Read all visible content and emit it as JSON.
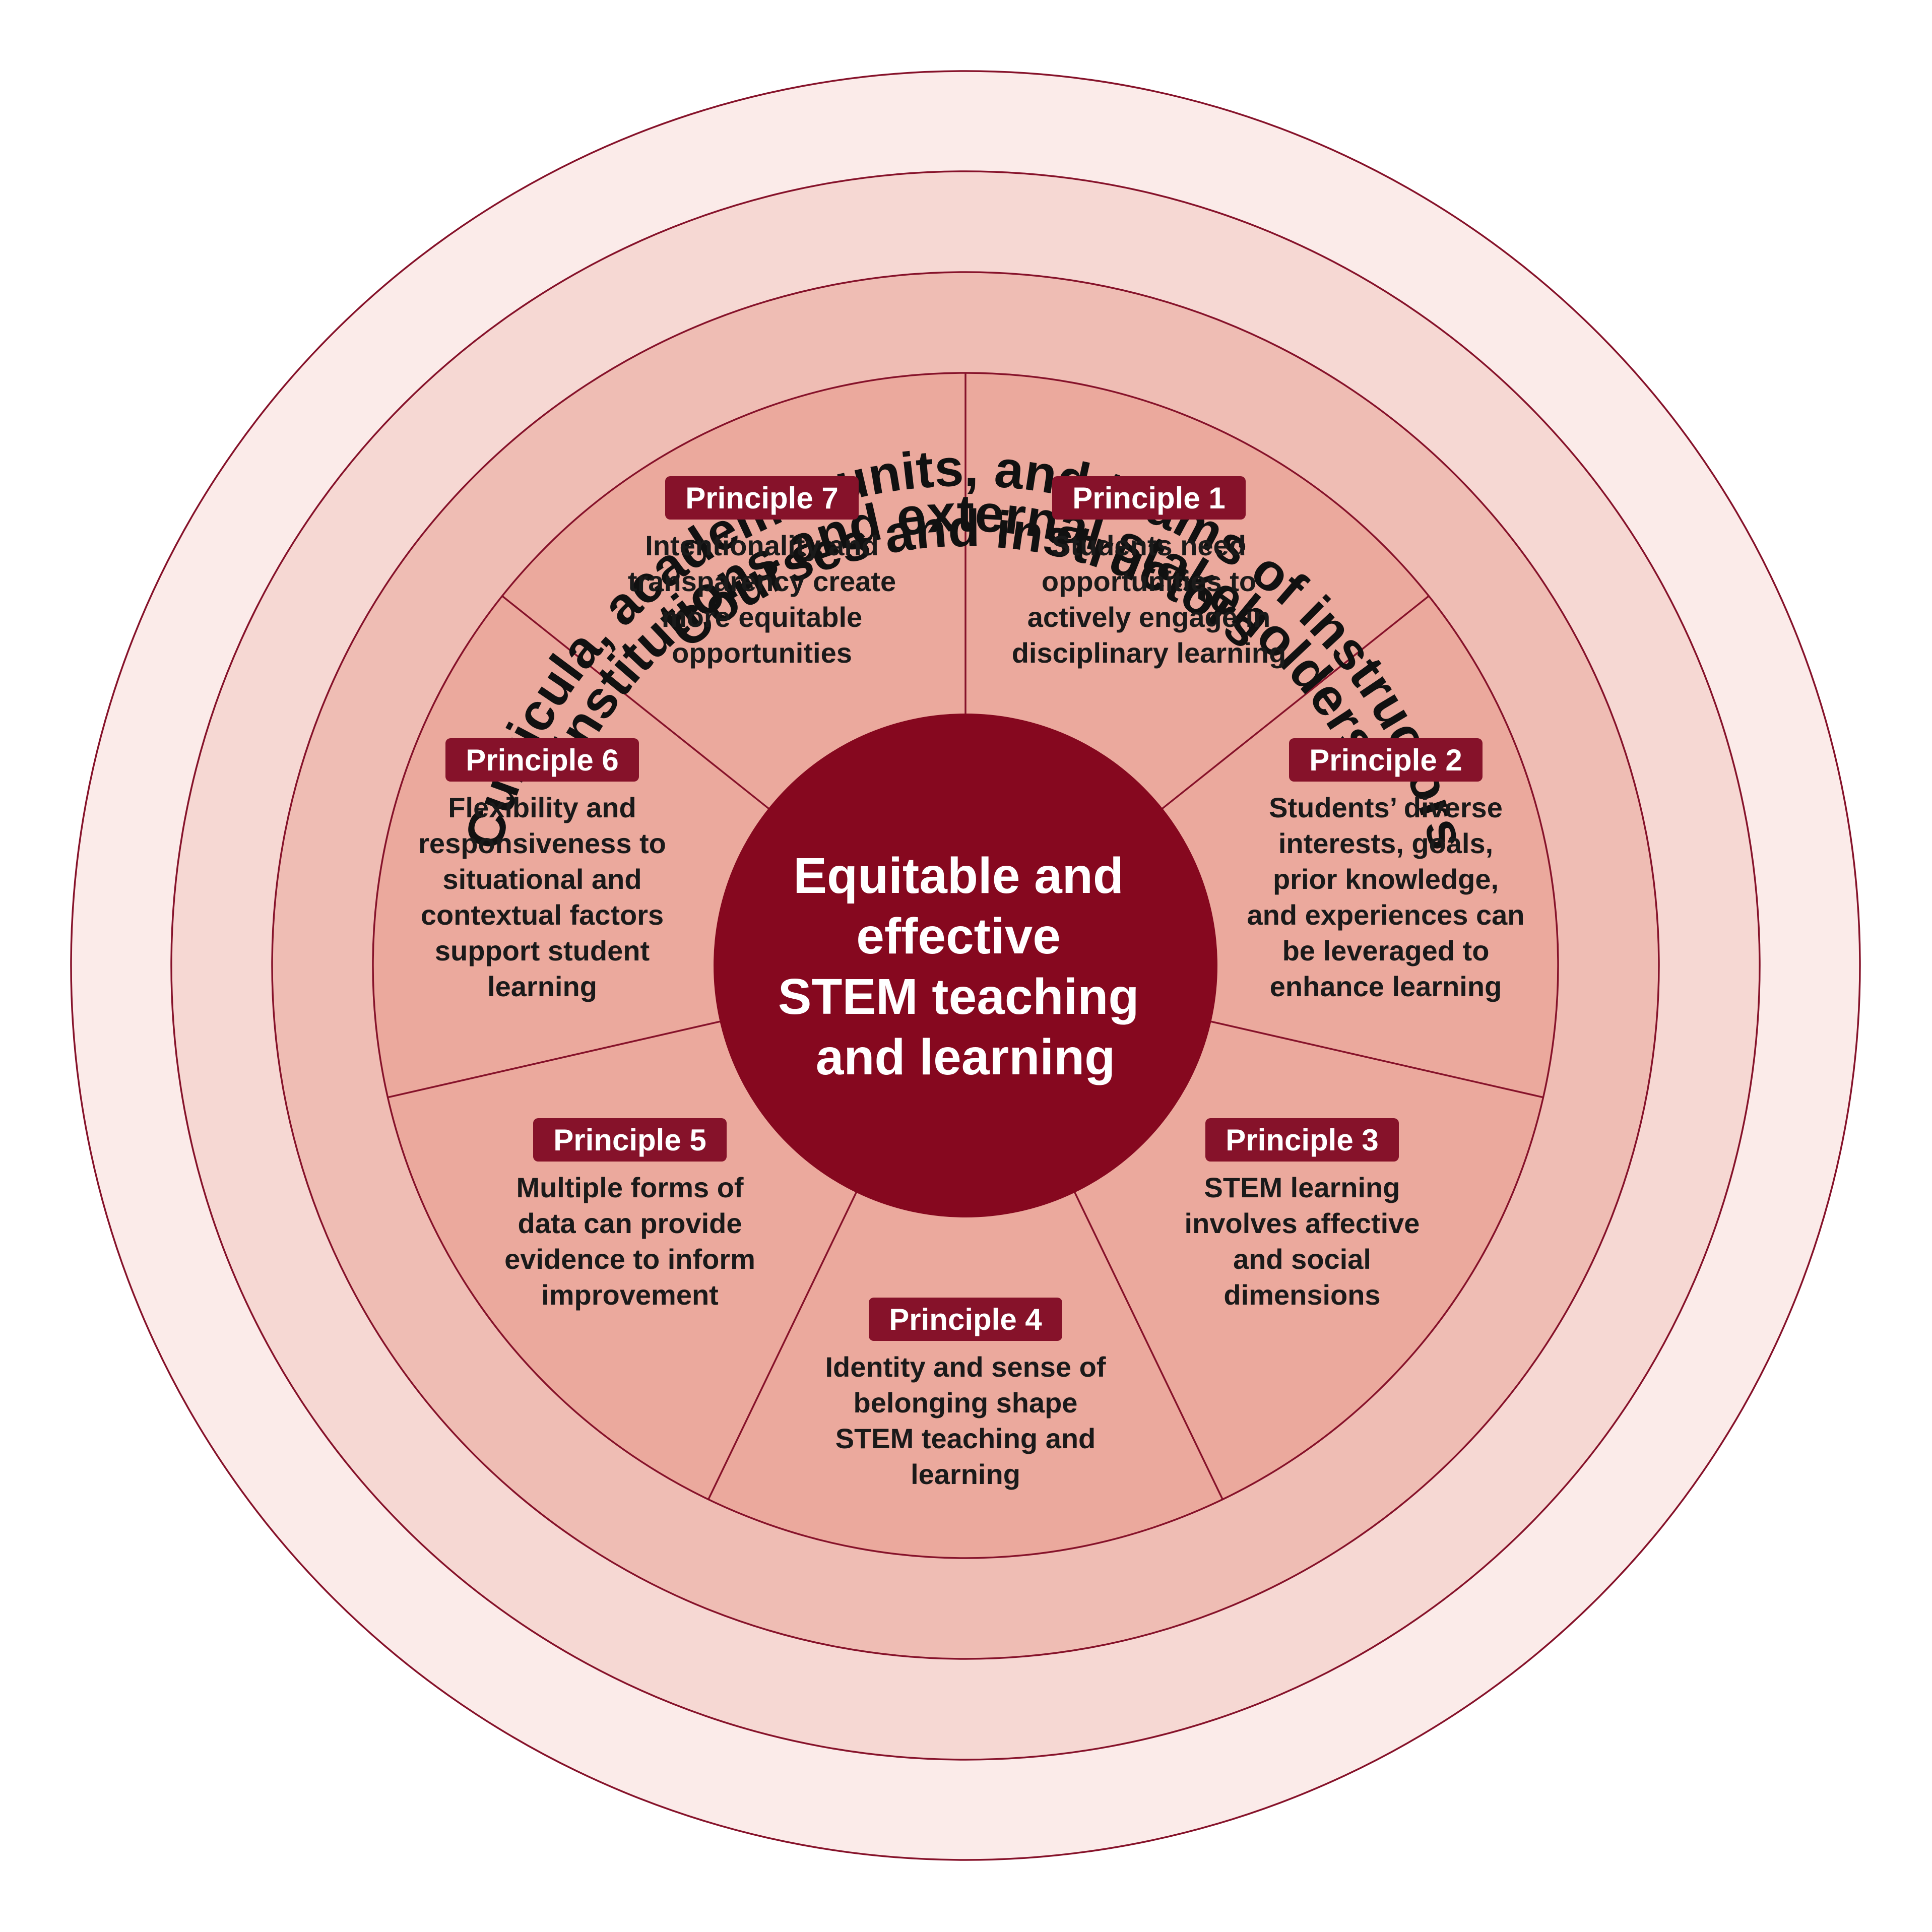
{
  "rings": {
    "outer_label": "Institutions and external stakeholders",
    "middle_label": "Curricula, academic units, and teams of instructors",
    "inner_label": "Courses and instructors"
  },
  "center": {
    "lines": [
      "Equitable and",
      "effective",
      "STEM teaching",
      "and learning"
    ]
  },
  "principles": [
    {
      "badge": "Principle 1",
      "lines": [
        "Students need",
        "opportunities to",
        "actively engage in",
        "disciplinary learning"
      ]
    },
    {
      "badge": "Principle 2",
      "lines": [
        "Students’ diverse",
        "interests, goals,",
        "prior knowledge,",
        "and experiences can",
        "be leveraged to",
        "enhance learning"
      ]
    },
    {
      "badge": "Principle 3",
      "lines": [
        "STEM learning",
        "involves affective",
        "and social",
        "dimensions"
      ]
    },
    {
      "badge": "Principle 4",
      "lines": [
        "Identity and sense of",
        "belonging shape",
        "STEM teaching and",
        "learning"
      ]
    },
    {
      "badge": "Principle 5",
      "lines": [
        "Multiple forms of",
        "data can provide",
        "evidence to inform",
        "improvement"
      ]
    },
    {
      "badge": "Principle 6",
      "lines": [
        "Flexibility and",
        "responsiveness to",
        "situational and",
        "contextual factors",
        "support student",
        "learning"
      ]
    },
    {
      "badge": "Principle 7",
      "lines": [
        "Intentionality and",
        "transparency create",
        "more equitable",
        "opportunities"
      ]
    }
  ],
  "colors": {
    "outer_ring": "#fbebe9",
    "middle_ring": "#f6d8d3",
    "inner_ring": "#efbdb4",
    "wedge_fill": "#eba99d",
    "stroke": "#86122a",
    "badge": "#86122a",
    "center": "#86081f"
  }
}
